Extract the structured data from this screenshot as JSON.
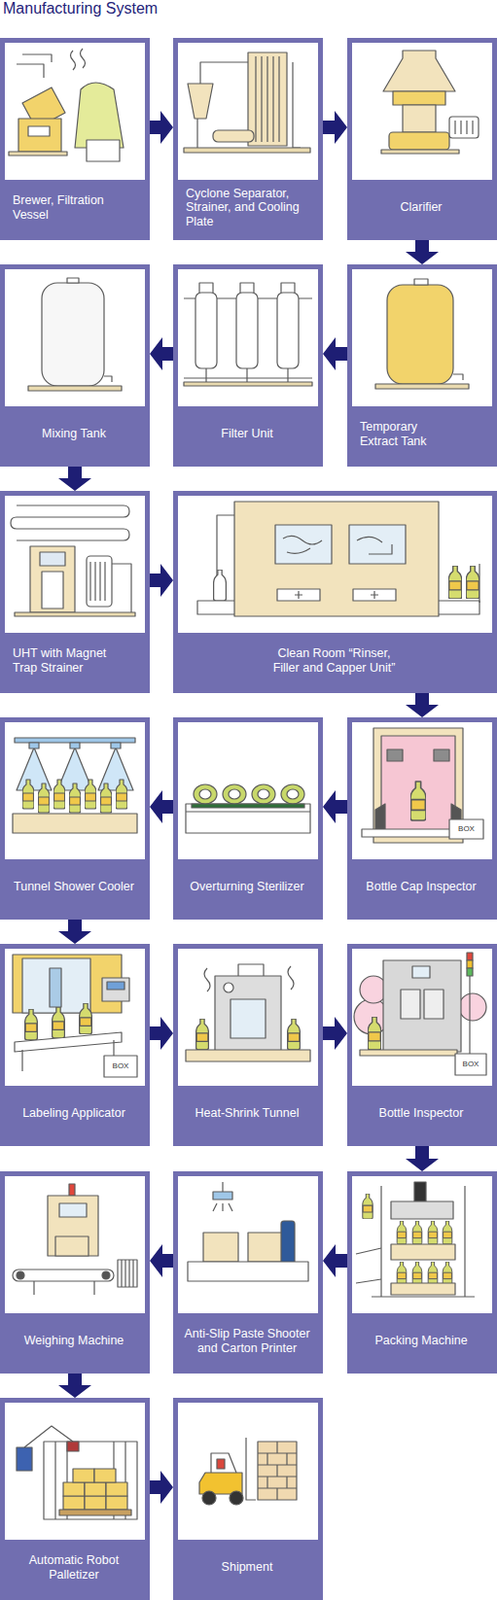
{
  "diagram": {
    "title": "Manufacturing System",
    "nodes": [
      {
        "text": [
          "Brewer, Filtration Vessel"
        ]
      },
      {
        "text": [
          "Cyclone Separator, Strainer, and Cooling Plate"
        ]
      },
      {
        "text": [
          "Clarifier"
        ]
      },
      {
        "text": [
          "Temporary Extract Tank"
        ]
      },
      {
        "text": [
          "Filter Unit"
        ]
      },
      {
        "text": [
          "Mixing Tank"
        ]
      },
      {
        "text": [
          "UHT with Magnet Trap Strainer"
        ]
      },
      {
        "text": [
          "Clean Room “Rinser, Filler and Capper Unit”"
        ]
      },
      {
        "text": [
          "Bottle Cap Inspector"
        ]
      },
      {
        "text": [
          "Overturning Sterilizer"
        ]
      },
      {
        "text": [
          "Tunnel Shower Cooler"
        ]
      },
      {
        "text": [
          "Labeling Applicator"
        ]
      },
      {
        "text": [
          "Heat-Shrink Tunnel"
        ]
      },
      {
        "text": [
          "Bottle Inspector"
        ]
      },
      {
        "text": [
          "Packing Machine"
        ]
      },
      {
        "text": [
          "Anti-Slip Paste Shooter and Carton Printer"
        ]
      },
      {
        "text": [
          "Weighing Machine"
        ]
      },
      {
        "text": [
          "Automatic Robot Palletizer"
        ]
      },
      {
        "text": [
          "Shipment"
        ]
      }
    ],
    "edges": [
      {
        "from": 0,
        "to": 1,
        "arrow": "to"
      },
      {
        "from": 1,
        "to": 2,
        "arrow": "to"
      },
      {
        "from": 2,
        "to": 3,
        "arrow": "to"
      },
      {
        "from": 3,
        "to": 4,
        "arrow": "to"
      },
      {
        "from": 4,
        "to": 5,
        "arrow": "to"
      },
      {
        "from": 5,
        "to": 6,
        "arrow": "to"
      },
      {
        "from": 6,
        "to": 7,
        "arrow": "to"
      },
      {
        "from": 7,
        "to": 8,
        "arrow": "to"
      },
      {
        "from": 8,
        "to": 9,
        "arrow": "to"
      },
      {
        "from": 9,
        "to": 10,
        "arrow": "to"
      },
      {
        "from": 10,
        "to": 11,
        "arrow": "to"
      },
      {
        "from": 11,
        "to": 12,
        "arrow": "to"
      },
      {
        "from": 12,
        "to": 13,
        "arrow": "to"
      },
      {
        "from": 13,
        "to": 14,
        "arrow": "to"
      },
      {
        "from": 14,
        "to": 15,
        "arrow": "to"
      },
      {
        "from": 15,
        "to": 16,
        "arrow": "to"
      },
      {
        "from": 16,
        "to": 17,
        "arrow": "to"
      },
      {
        "from": 17,
        "to": 18,
        "arrow": "to"
      }
    ],
    "labels": [
      "BOX",
      "BOX",
      "BOX"
    ]
  }
}
